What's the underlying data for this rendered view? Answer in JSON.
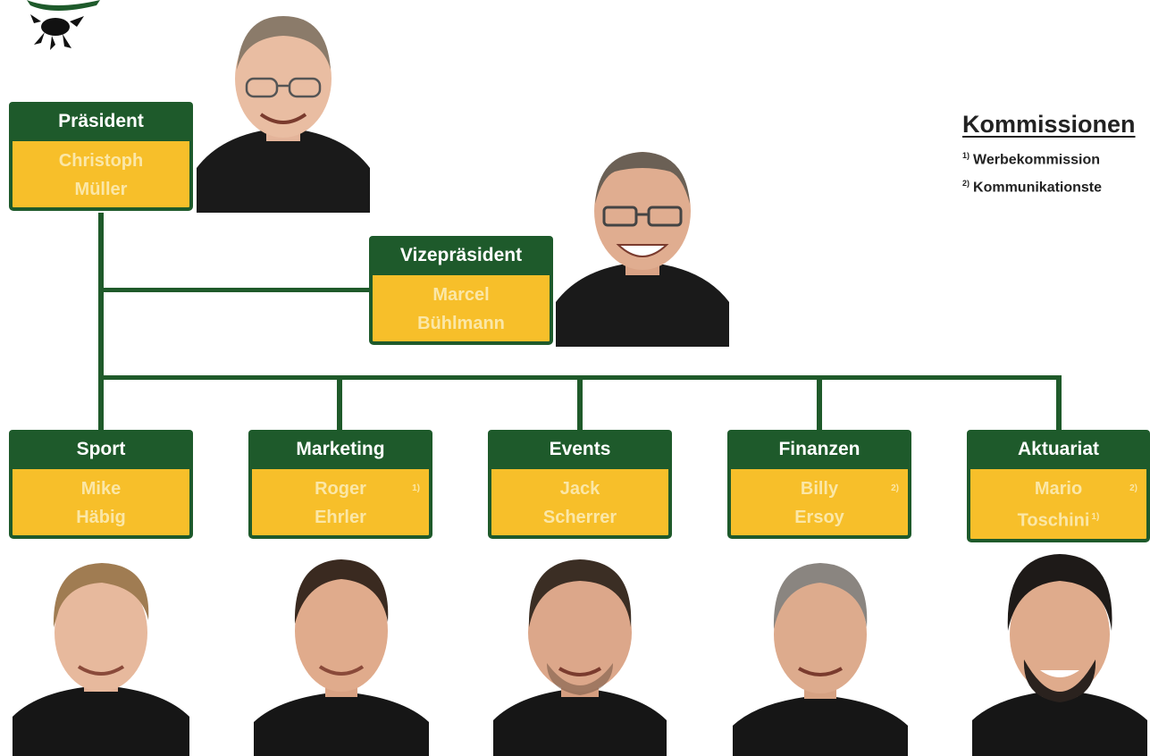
{
  "colors": {
    "header_green": "#1e5a2b",
    "name_yellow": "#f7bf2a",
    "name_text": "#fbe7a7"
  },
  "logo": {
    "icon": "club-mascot-logo"
  },
  "president": {
    "role": "Präsident",
    "first": "Christoph",
    "last": "Müller"
  },
  "vice": {
    "role": "Vizepräsident",
    "first": "Marcel",
    "last": "Bühlmann"
  },
  "departments": [
    {
      "role": "Sport",
      "first": "Mike",
      "last": "Häbig",
      "mark": "",
      "mark2": ""
    },
    {
      "role": "Marketing",
      "first": "Roger",
      "last": "Ehrler",
      "mark": "1)",
      "mark2": ""
    },
    {
      "role": "Events",
      "first": "Jack",
      "last": "Scherrer",
      "mark": "",
      "mark2": ""
    },
    {
      "role": "Finanzen",
      "first": "Billy",
      "last": "Ersoy",
      "mark": "2)",
      "mark2": ""
    },
    {
      "role": "Aktuariat",
      "first": "Mario",
      "last": "Toschini",
      "mark": "2)",
      "mark2": "1)"
    }
  ],
  "kommissionen": {
    "title": "Kommissionen",
    "items": [
      {
        "mark": "1)",
        "label": "Werbekommission"
      },
      {
        "mark": "2)",
        "label": "Kommunikationste"
      }
    ]
  }
}
